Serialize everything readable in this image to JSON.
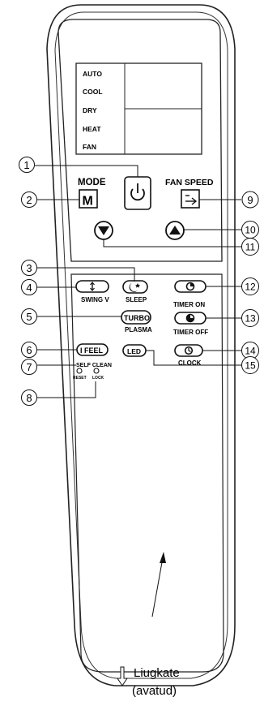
{
  "display": {
    "modes": [
      "AUTO",
      "COOL",
      "DRY",
      "HEAT",
      "FAN"
    ]
  },
  "buttons": {
    "mode_label": "MODE",
    "mode_glyph": "M",
    "fan_speed_label": "FAN SPEED",
    "turbo_glyph": "TURBO",
    "i_feel_glyph": "I FEEL",
    "led_glyph": "LED",
    "swing_label": "SWING V",
    "sleep_label": "SLEEP",
    "timer_on_label": "TIMER ON",
    "plasma_label": "PLASMA",
    "timer_off_label": "TIMER OFF",
    "self_clean_label": "SELF CLEAN",
    "reset_label": "RESET",
    "lock_label": "LOCK",
    "clock_label": "CLOCK"
  },
  "callouts": [
    "1",
    "2",
    "3",
    "4",
    "5",
    "6",
    "7",
    "8",
    "9",
    "10",
    "11",
    "12",
    "13",
    "14",
    "15"
  ],
  "cover": {
    "line1": "Liugkate",
    "line2": "(avatud)"
  },
  "icons": {
    "power": "power-icon",
    "fan_speed": "fan-speed-arrow-icon",
    "down": "down-arrow-icon",
    "up": "up-arrow-icon",
    "swing": "swing-icon",
    "sleep": "sleep-moon-icon",
    "timer_on": "timer-on-icon",
    "timer_off": "timer-off-icon",
    "clock": "clock-icon",
    "cover_arrow": "hollow-down-arrow-icon"
  }
}
